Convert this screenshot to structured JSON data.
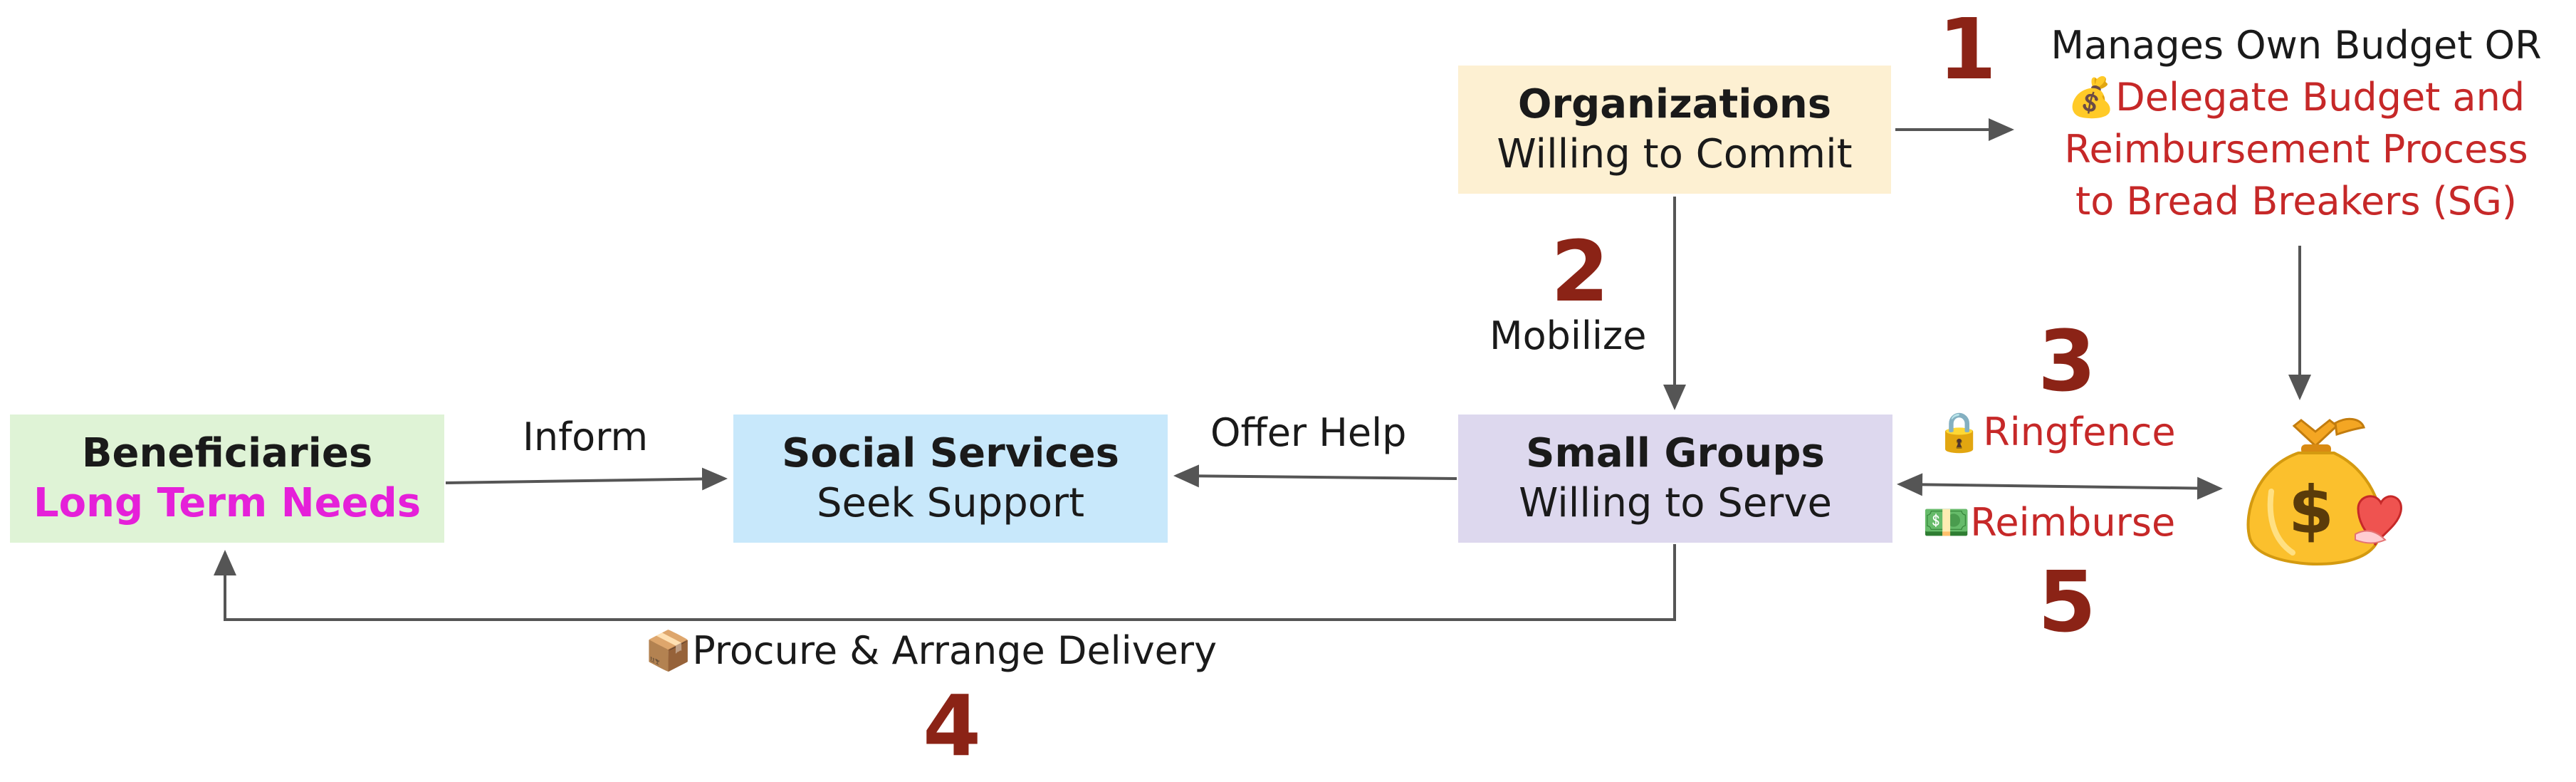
{
  "boxes": {
    "organizations": {
      "title": "Organizations",
      "subtitle": "Willing to Commit"
    },
    "beneficiaries": {
      "title": "Beneficiaries",
      "subtitle": "Long Term Needs"
    },
    "social_services": {
      "title": "Social Services",
      "subtitle": "Seek Support"
    },
    "small_groups": {
      "title": "Small Groups",
      "subtitle": "Willing to Serve"
    }
  },
  "edges": {
    "inform": "Inform",
    "offer_help": "Offer Help",
    "mobilize": "Mobilize",
    "procure": "Procure & Arrange Delivery",
    "ringfence": "Ringfence",
    "reimburse": "Reimburse"
  },
  "budget_note": {
    "line1": "Manages Own Budget OR",
    "line2": "Delegate Budget and",
    "line3": "Reimbursement Process",
    "line4": "to Bread Breakers (SG)"
  },
  "steps": {
    "s1": "1",
    "s2": "2",
    "s3": "3",
    "s4": "4",
    "s5": "5"
  },
  "icons": {
    "money_bag_small": "money-bag-emoji",
    "lock": "lock-emoji",
    "dollar_bills": "dollar-bills-emoji",
    "package": "package-emoji",
    "money_bag_heart": "money-bag-with-heart-hands"
  },
  "colors": {
    "organizations_bg": "#fdf0d2",
    "beneficiaries_bg": "#dff3d6",
    "social_services_bg": "#c8e8fb",
    "small_groups_bg": "#ddd8ee",
    "highlight_magenta": "#e520d9",
    "red_text": "#c62828",
    "step_number": "#8b2316"
  }
}
